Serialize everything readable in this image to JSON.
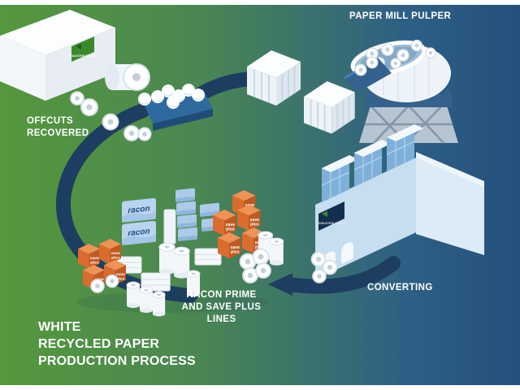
{
  "title": {
    "lines": [
      "WHITE",
      "RECYCLED PAPER",
      "PRODUCTION PROCESS"
    ]
  },
  "labels": {
    "offcuts": {
      "lines": [
        "OFFCUTS",
        "RECOVERED"
      ]
    },
    "paper_mill_pulper": "PAPER MILL PULPER",
    "converting": "CONVERTING",
    "product_lines": {
      "lines": [
        "RACON PRIME",
        "AND SAVE PLUS",
        "LINES"
      ]
    }
  },
  "brand": {
    "name": "INDUSTRIE CELTEX"
  },
  "products": {
    "racon_label": "racon",
    "save_plus_line1": "save",
    "save_plus_line2": "plus"
  },
  "colors": {
    "background_green": "#55983c",
    "background_blue": "#24507b",
    "arrow_navy": "#1d3e60",
    "save_plus_orange": "#db6c2e",
    "racon_pack_blue": "#b9d4ee",
    "factory_blue": "#c6def0"
  }
}
